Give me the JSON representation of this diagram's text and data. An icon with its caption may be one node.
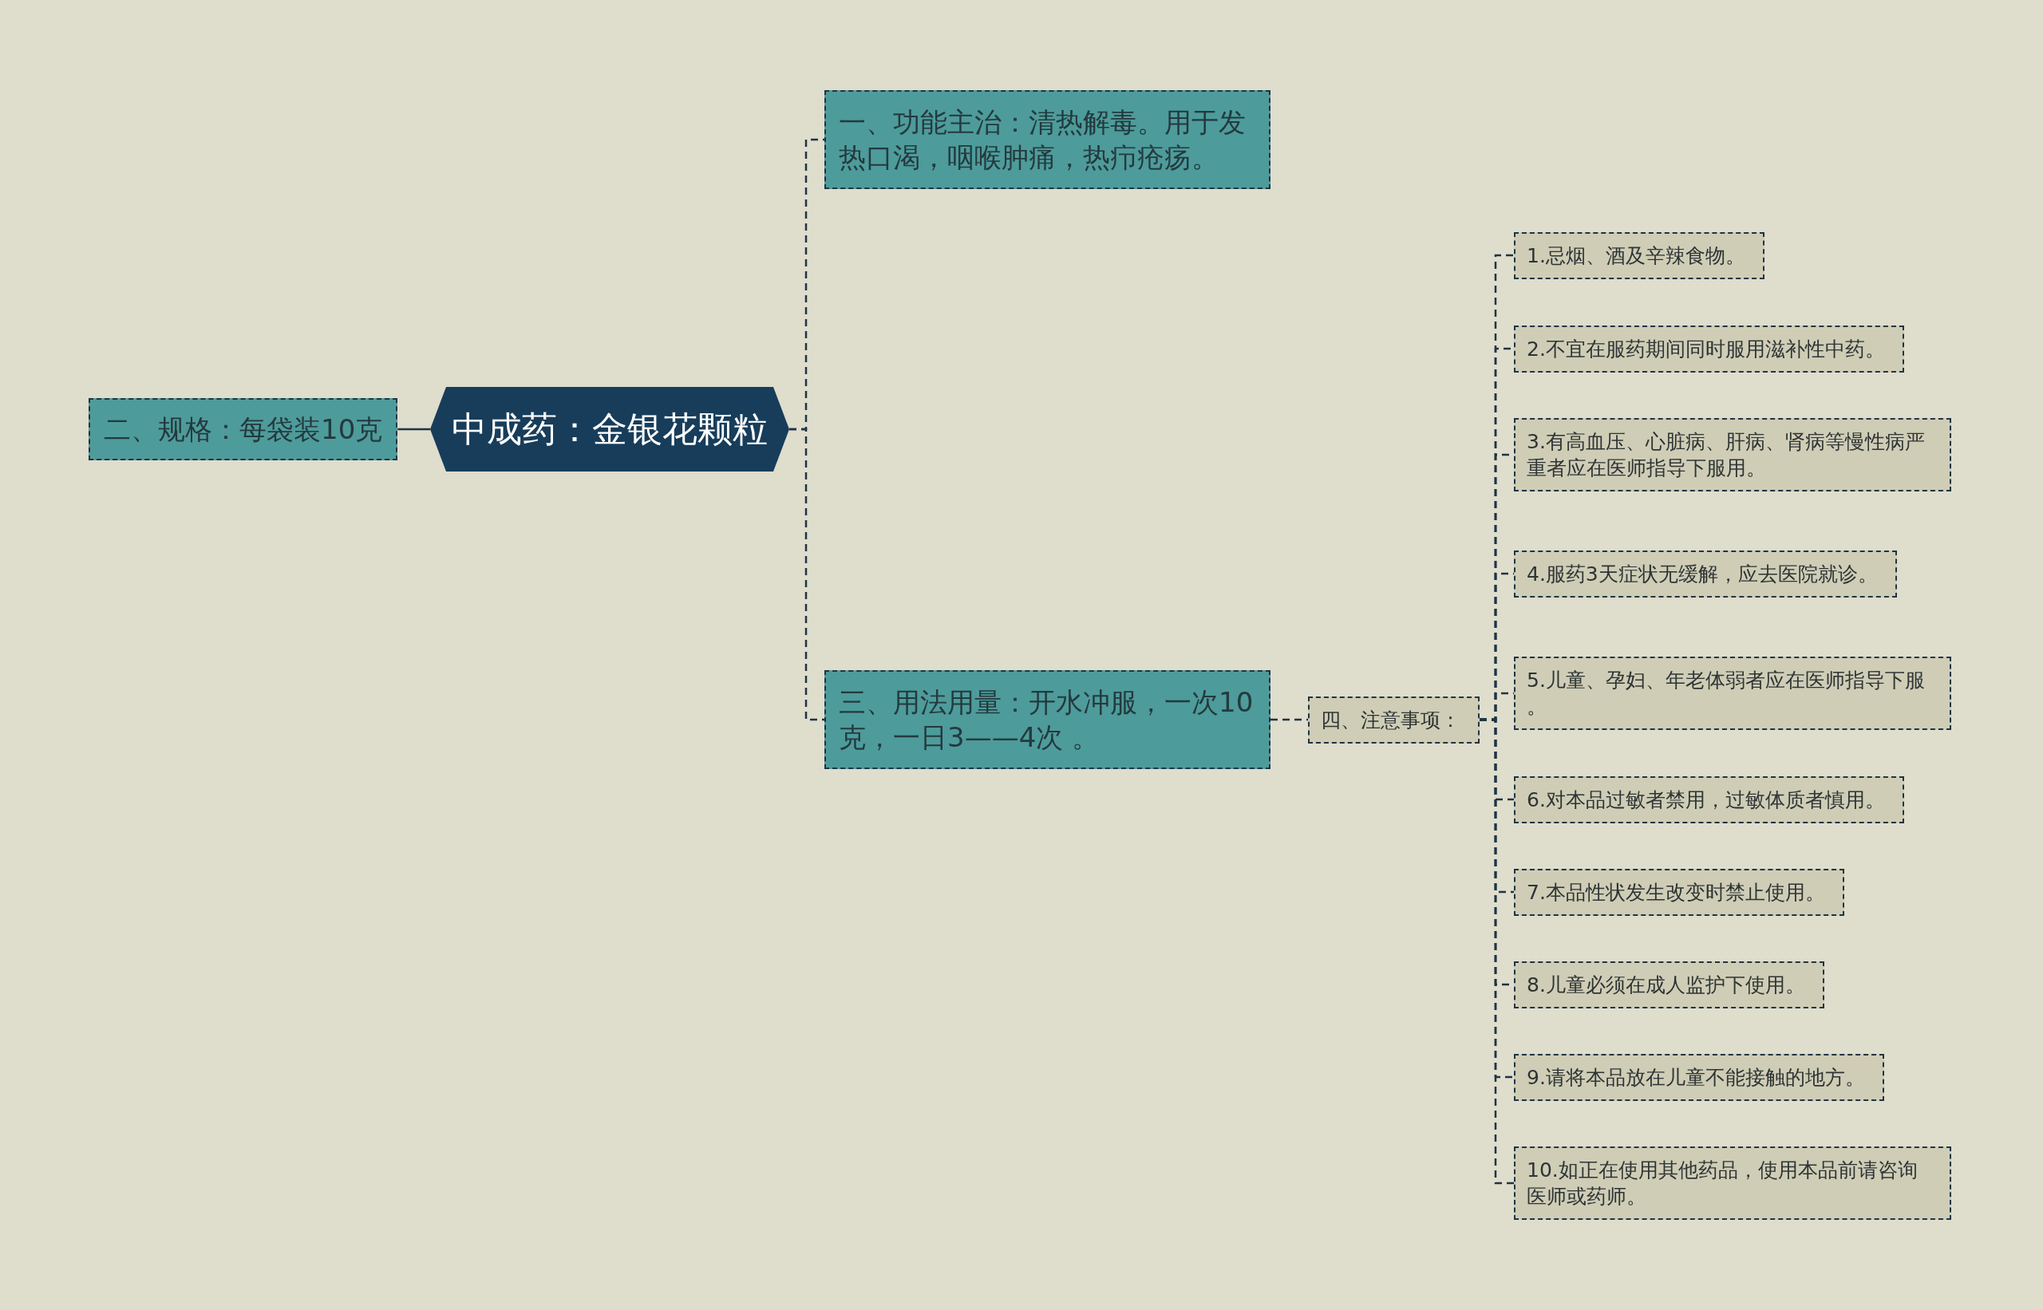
{
  "diagram": {
    "nodes": [
      {
        "text": [
          "中成药：金银花颗粒"
        ]
      },
      {
        "text": [
          "一、功能主治：清热解毒。用于发热口渴，咽喉肿痛，热疖疮疡。"
        ]
      },
      {
        "text": [
          "二、规格：每袋装10克"
        ]
      },
      {
        "text": [
          "三、用法用量：开水冲服，一次10克，一日3——4次 。"
        ]
      },
      {
        "text": [
          "四、注意事项："
        ]
      },
      {
        "text": [
          "1.忌烟、酒及辛辣食物。"
        ]
      },
      {
        "text": [
          "2.不宜在服药期间同时服用滋补性中药。"
        ]
      },
      {
        "text": [
          "3.有高血压、心脏病、肝病、肾病等慢性病严重者应在医师指导下服用。"
        ]
      },
      {
        "text": [
          "4.服药3天症状无缓解，应去医院就诊。"
        ]
      },
      {
        "text": [
          "5.儿童、孕妇、年老体弱者应在医师指导下服。"
        ]
      },
      {
        "text": [
          "6.对本品过敏者禁用，过敏体质者慎用。"
        ]
      },
      {
        "text": [
          "7.本品性状发生改变时禁止使用。"
        ]
      },
      {
        "text": [
          "8.儿童必须在成人监护下使用。"
        ]
      },
      {
        "text": [
          "9.请将本品放在儿童不能接触的地方。"
        ]
      },
      {
        "text": [
          "10.如正在使用其他药品，使用本品前请咨询医师或药师。"
        ]
      }
    ],
    "edges": [
      {
        "from": 0,
        "to": 1,
        "arrow": "none",
        "style": "dashed"
      },
      {
        "from": 0,
        "to": 2,
        "arrow": "none"
      },
      {
        "from": 0,
        "to": 3,
        "arrow": "none",
        "style": "dashed"
      },
      {
        "from": 3,
        "to": 4,
        "arrow": "none",
        "style": "dashed"
      },
      {
        "from": 4,
        "to": 5,
        "arrow": "none",
        "style": "dashed"
      },
      {
        "from": 4,
        "to": 6,
        "arrow": "none",
        "style": "dashed"
      },
      {
        "from": 4,
        "to": 7,
        "arrow": "none",
        "style": "dashed"
      },
      {
        "from": 4,
        "to": 8,
        "arrow": "none",
        "style": "dashed"
      },
      {
        "from": 4,
        "to": 9,
        "arrow": "none",
        "style": "dashed"
      },
      {
        "from": 4,
        "to": 10,
        "arrow": "none",
        "style": "dashed"
      },
      {
        "from": 4,
        "to": 11,
        "arrow": "none",
        "style": "dashed"
      },
      {
        "from": 4,
        "to": 12,
        "arrow": "none",
        "style": "dashed"
      },
      {
        "from": 4,
        "to": 13,
        "arrow": "none",
        "style": "dashed"
      },
      {
        "from": 4,
        "to": 14,
        "arrow": "none",
        "style": "dashed"
      }
    ]
  }
}
